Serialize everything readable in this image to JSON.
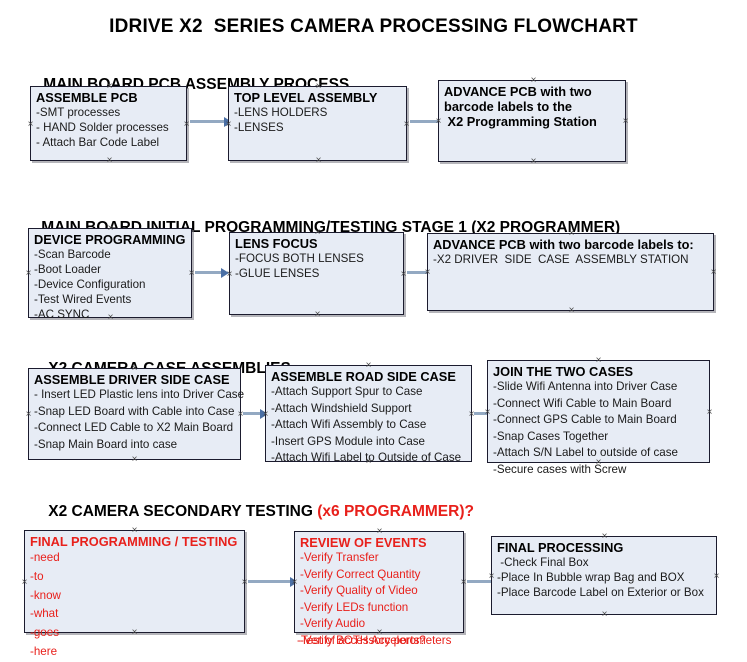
{
  "document": {
    "title": "IDRIVE X2  SERIES CAMERA PROCESSING FLOWCHART"
  },
  "sections": [
    {
      "id": "main-board-pcb-assembly",
      "heading": "MAIN BOARD PCB ASSEMBLY PROCESS",
      "heading_accent": "",
      "boxes": [
        {
          "id": "assemble-pcb",
          "title": "ASSEMBLE PCB",
          "lines": [
            "-SMT processes",
            "- HAND Solder processes",
            "- Attach Bar Code Label"
          ],
          "text_color": "#000000"
        },
        {
          "id": "top-level-assembly",
          "title": "TOP LEVEL ASSEMBLY",
          "lines": [
            "-LENS HOLDERS",
            "-LENSES"
          ],
          "text_color": "#000000"
        },
        {
          "id": "advance-pcb-to-x2-programming-station",
          "title": "ADVANCE PCB with two",
          "lines": [
            "barcode labels to the",
            " X2 Programming Station"
          ],
          "text_color": "#000000"
        }
      ]
    },
    {
      "id": "main-board-initial-programming",
      "heading": "MAIN BOARD INITIAL PROGRAMMING/TESTING STAGE 1 (X2 PROGRAMMER)",
      "heading_accent": "",
      "boxes": [
        {
          "id": "device-programming",
          "title": "DEVICE PROGRAMMING",
          "lines": [
            "-Scan Barcode",
            "-Boot Loader",
            "-Device Configuration",
            "-Test Wired Events",
            "-AC SYNC"
          ],
          "text_color": "#000000"
        },
        {
          "id": "lens-focus",
          "title": "LENS FOCUS",
          "lines": [
            "-FOCUS BOTH LENSES",
            "-GLUE LENSES"
          ],
          "text_color": "#000000"
        },
        {
          "id": "advance-pcb-to-driver-side-case-assembly",
          "title": "ADVANCE PCB with two barcode labels to:",
          "lines": [
            "-X2 DRIVER  SIDE  CASE  ASSEMBLY STATION"
          ],
          "text_color": "#000000"
        }
      ]
    },
    {
      "id": "x2-camera-case-assemblies",
      "heading": "X2 CAMERA CASE ASSEMBLIES",
      "heading_accent": "",
      "boxes": [
        {
          "id": "assemble-driver-side-case",
          "title": "ASSEMBLE DRIVER SIDE CASE",
          "lines": [
            "- Insert LED Plastic lens into Driver Case",
            "-Snap LED Board with Cable into Case",
            "-Connect LED Cable to X2 Main Board",
            "-Snap Main Board into case"
          ],
          "text_color": "#000000"
        },
        {
          "id": "assemble-road-side-case",
          "title": "ASSEMBLE ROAD SIDE CASE",
          "lines": [
            "-Attach Support Spur to Case",
            "-Attach Windshield Support",
            "-Attach Wifi Assembly to Case",
            "-Insert GPS Module into Case",
            "-Attach Wifi Label to Outside of Case"
          ],
          "text_color": "#000000"
        },
        {
          "id": "join-the-two-cases",
          "title": "JOIN THE TWO CASES",
          "lines": [
            "-Slide Wifi Antenna into Driver Case",
            "-Connect Wifi Cable to Main Board",
            "-Connect GPS Cable to Main Board",
            "-Snap Cases Together",
            "-Attach S/N Label to outside of case",
            "-Secure cases with Screw"
          ],
          "text_color": "#000000"
        }
      ]
    },
    {
      "id": "x2-camera-secondary-testing",
      "heading": "X2 CAMERA SECONDARY TESTING ",
      "heading_accent": "(x6 PROGRAMMER)?",
      "boxes": [
        {
          "id": "final-programming-testing",
          "title": "FINAL PROGRAMMING / TESTING",
          "lines": [
            "-need",
            "-to",
            "-know",
            "-what",
            "-goes",
            "-here"
          ],
          "text_color": "#e8201b"
        },
        {
          "id": "review-of-events",
          "title": "REVIEW OF EVENTS",
          "lines": [
            "-Verify Transfer",
            "-Verify Correct Quantity",
            "-Verify Quality of Video",
            "-Verify LEDs function",
            "-Verify Audio",
            "-Verify BOTH Accelerometers"
          ],
          "overflow_line": "-Test of accessory ports?",
          "text_color": "#e8201b"
        },
        {
          "id": "final-processing",
          "title": "FINAL PROCESSING",
          "lines": [
            " -Check Final Box",
            "-Place In Bubble wrap Bag and BOX",
            "-Place Barcode Label on Exterior or Box"
          ],
          "text_color": "#000000"
        }
      ]
    }
  ],
  "colors": {
    "box_fill": "#e7ecf5",
    "box_border": "#1b1b2e",
    "connector": "#93a9c2",
    "arrowhead": "#4a6fa5",
    "accent_red": "#e8201b",
    "text": "#000000"
  }
}
